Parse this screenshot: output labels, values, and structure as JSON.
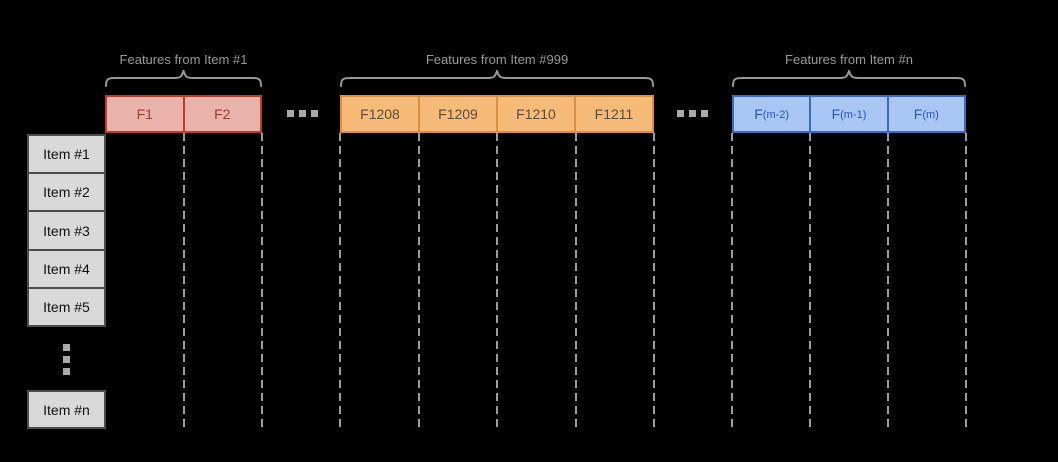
{
  "diagram": {
    "background_color": "#000000",
    "annotation_color": "#999999",
    "ellipsis_color": "#aaaaaa",
    "dashed_line_color": "#9c9c9c",
    "groups": [
      {
        "name": "features-from-item-1",
        "brace_label": "Features from Item #1",
        "colors": {
          "fill": "#e9b3ab",
          "border": "#c23b28",
          "text": "#9c3d2d"
        },
        "cells": [
          {
            "text": "F1",
            "sub": ""
          },
          {
            "text": "F2",
            "sub": ""
          }
        ]
      },
      {
        "name": "features-from-item-999",
        "brace_label": "Features from Item #999",
        "colors": {
          "fill": "#f6bb78",
          "border": "#e08d3c",
          "text": "#5c4b38"
        },
        "cells": [
          {
            "text": "F1208",
            "sub": ""
          },
          {
            "text": "F1209",
            "sub": ""
          },
          {
            "text": "F1210",
            "sub": ""
          },
          {
            "text": "F1211",
            "sub": ""
          }
        ]
      },
      {
        "name": "features-from-item-n",
        "brace_label": "Features from Item #n",
        "colors": {
          "fill": "#a9c6f5",
          "border": "#3a6bc4",
          "text": "#2a56b0"
        },
        "cells": [
          {
            "text": "F",
            "sub": "(m-2)"
          },
          {
            "text": "F",
            "sub": "(m-1)"
          },
          {
            "text": "F",
            "sub": "(m)"
          }
        ]
      }
    ],
    "rows": {
      "labels": [
        "Item #1",
        "Item #2",
        "Item #3",
        "Item #4",
        "Item #5"
      ],
      "last_label": "Item #n",
      "colors": {
        "fill": "#d9d9d9",
        "border": "#4d4d4d",
        "text": "#111111"
      }
    },
    "icons": {
      "horizontal_ellipsis": "three-square-dots-horizontal",
      "vertical_ellipsis": "three-square-dots-vertical",
      "curly_brace": "horizontal-curly-brace"
    }
  }
}
